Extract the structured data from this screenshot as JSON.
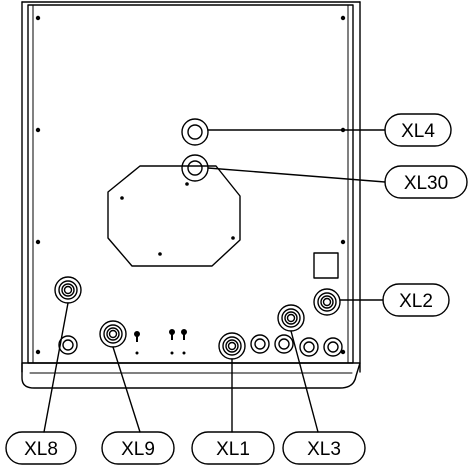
{
  "diagram": {
    "callouts": {
      "xl4": "XL4",
      "xl30": "XL30",
      "xl2": "XL2",
      "xl8": "XL8",
      "xl9": "XL9",
      "xl1": "XL1",
      "xl3": "XL3"
    }
  },
  "colors": {
    "line": "#000000",
    "background": "#ffffff"
  }
}
